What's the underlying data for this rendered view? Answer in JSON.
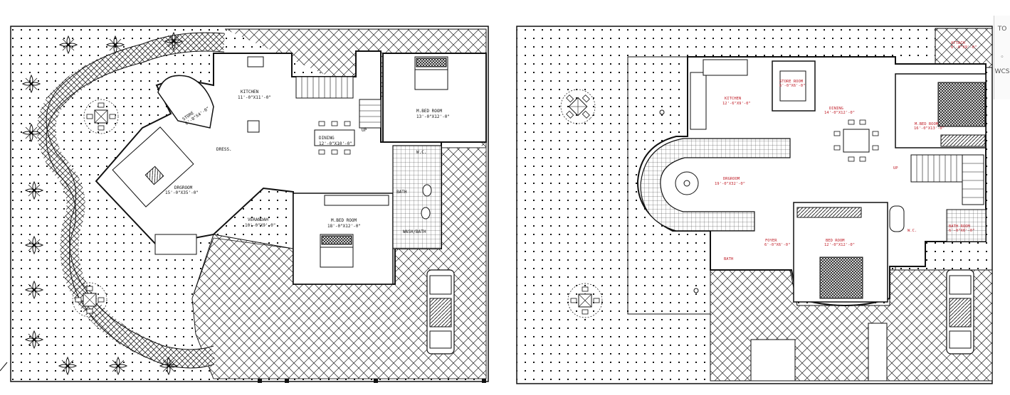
{
  "left_plan": {
    "rooms": [
      {
        "name": "KITCHEN",
        "dim": "11'-0\"X11'-0\""
      },
      {
        "name": "M.BED ROOM",
        "dim": "13'-0\"X12'-0\""
      },
      {
        "name": "DINING",
        "dim": "12'-0\"X10'-0\""
      },
      {
        "name": "STORE",
        "dim": "6'-0\"X4'-0\""
      },
      {
        "name": "DRGROOM",
        "dim": "15'-0\"X35'-0\""
      },
      {
        "name": "VERANDAH",
        "dim": "10'-0\"X9'-0\""
      },
      {
        "name": "M.BED ROOM",
        "dim": "18'-0\"X12'-0\""
      },
      {
        "name": "BATH",
        "dim": ""
      },
      {
        "name": "W.C.",
        "dim": ""
      },
      {
        "name": "DRESS.",
        "dim": ""
      },
      {
        "name": "WASH/BATH",
        "dim": ""
      }
    ],
    "stair_label": "UP"
  },
  "right_plan": {
    "rooms": [
      {
        "name": "KITCHEN",
        "dim": "12'-6\"X9'-0\""
      },
      {
        "name": "STORE ROOM",
        "dim": "6'-0\"X6'-0\""
      },
      {
        "name": "DINING",
        "dim": "14'-0\"X12'-0\""
      },
      {
        "name": "M.BED ROOM",
        "dim": "16'-0\"X13'-0\""
      },
      {
        "name": "ATTACH",
        "dim": "6'-0\"X9'-0\""
      },
      {
        "name": "DRGROOM",
        "dim": "19'-0\"X32'-0\""
      },
      {
        "name": "FOYER",
        "dim": "6'-0\"X6'-0\""
      },
      {
        "name": "BED ROOM",
        "dim": "12'-0\"X12'-0\""
      },
      {
        "name": "BATH ROOM",
        "dim": "6'-0\"X6'-0\""
      },
      {
        "name": "W.C.",
        "dim": ""
      },
      {
        "name": "BATH",
        "dim": ""
      }
    ],
    "stair_label": "UP"
  },
  "viewcube": {
    "top": "TO",
    "wcs": "WCS"
  },
  "colors": {
    "line": "#111111",
    "room_label_right": "#c0202a",
    "background": "#ffffff"
  }
}
